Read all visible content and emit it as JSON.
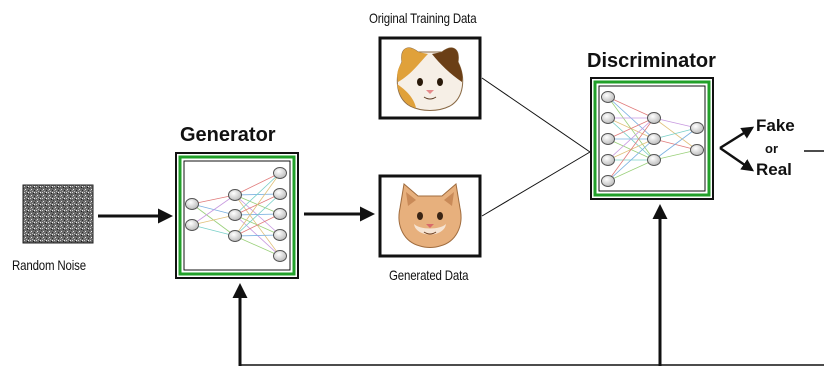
{
  "labels": {
    "random_noise": "Random Noise",
    "generator": "Generator",
    "original_training_data": "Original Training Data",
    "generated_data": "Generated Data",
    "discriminator": "Discriminator",
    "fake": "Fake",
    "or": "or",
    "real": "Real"
  },
  "colors": {
    "frame_green": "#22a02a",
    "frame_black": "#111111",
    "node_fill": "#d9d9d9",
    "cat_tan": "#e3b07a",
    "cat_orange": "#e0a13a",
    "cat_brown": "#7a4a1c"
  }
}
